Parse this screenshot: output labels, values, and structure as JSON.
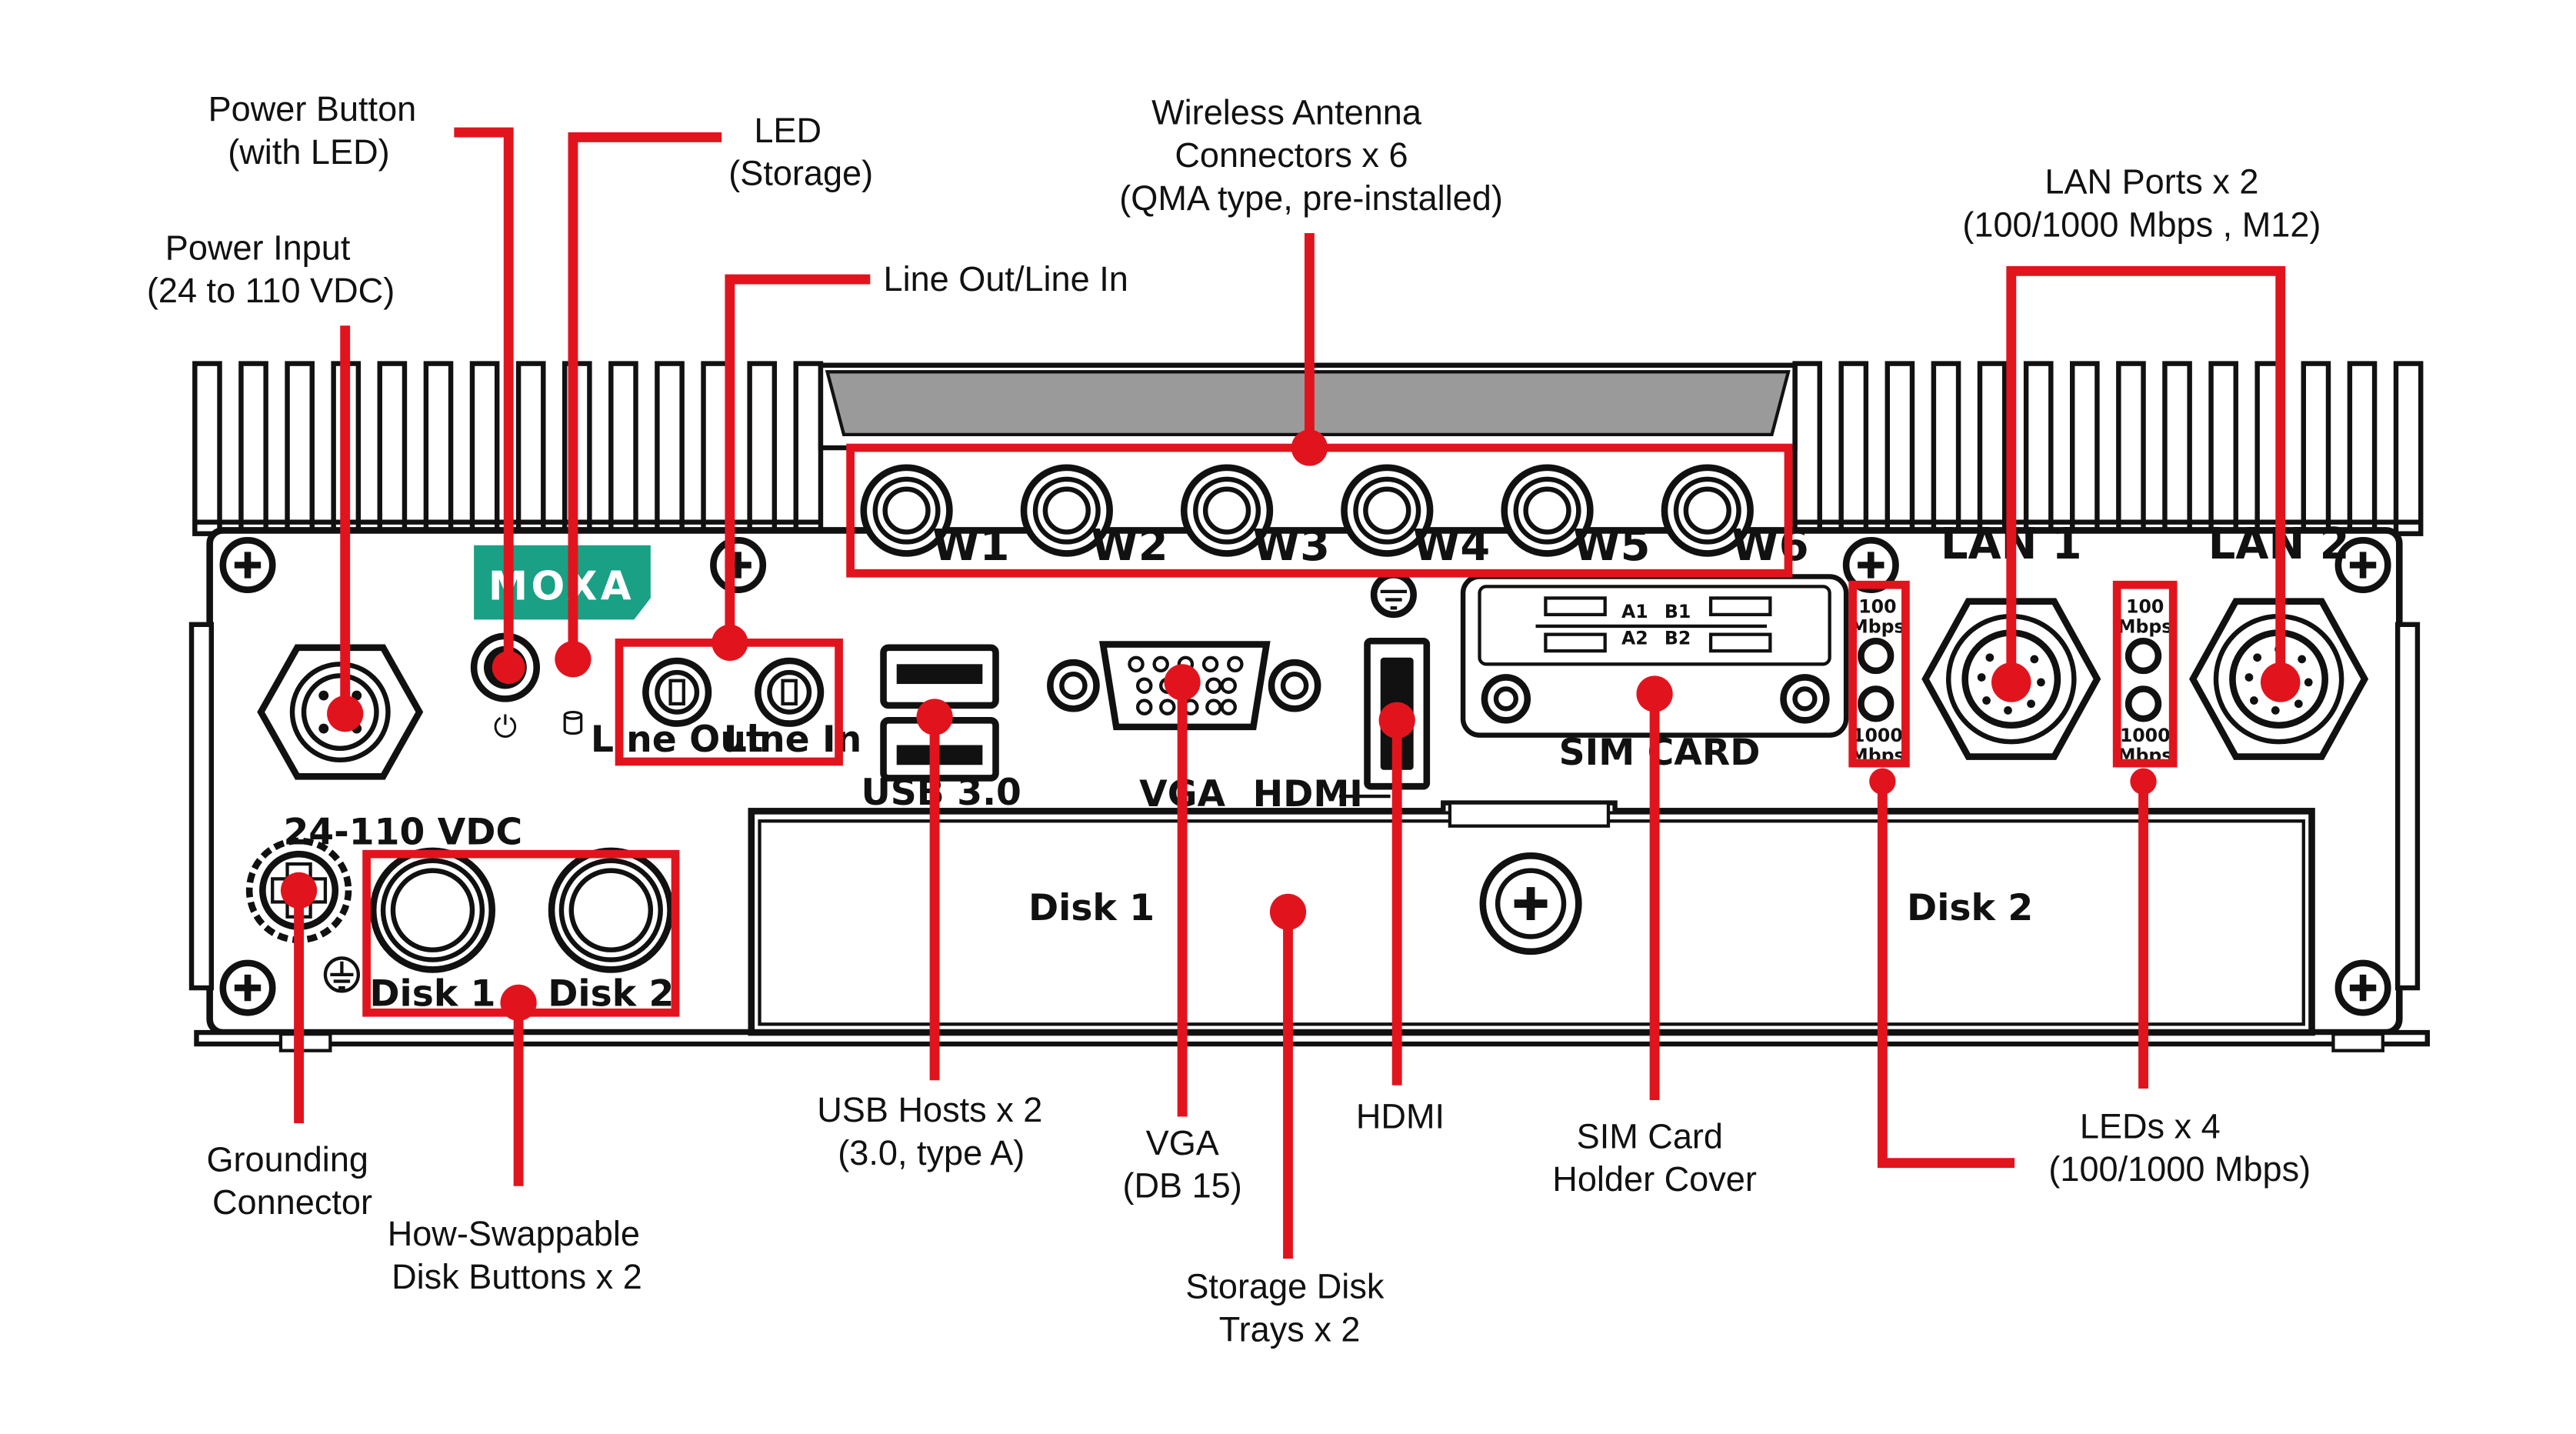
{
  "brand": {
    "logo_text": "MOXA",
    "logo_color": "#1aa084"
  },
  "accent_color": "#e1141e",
  "callouts": {
    "power_button": [
      "Power Button",
      "(with LED)"
    ],
    "led_storage": [
      "LED",
      "(Storage)"
    ],
    "wireless": [
      "Wireless Antenna",
      "Connectors x 6",
      "(QMA type, pre-installed)"
    ],
    "lan_ports": [
      "LAN Ports x 2",
      "(100/1000 Mbps , M12)"
    ],
    "power_input": [
      "Power Input",
      "(24 to 110 VDC)"
    ],
    "line_out_in": [
      "Line Out/Line In"
    ],
    "grounding": [
      "Grounding",
      "Connector"
    ],
    "disk_buttons": [
      "How-Swappable",
      "Disk Buttons x 2"
    ],
    "usb_hosts": [
      "USB Hosts x 2",
      "(3.0, type A)"
    ],
    "vga": [
      "VGA",
      "(DB 15)"
    ],
    "hdmi": [
      "HDMI"
    ],
    "storage_trays": [
      "Storage Disk",
      "Trays x 2"
    ],
    "sim_cover": [
      "SIM Card",
      "Holder Cover"
    ],
    "leds": [
      "LEDs x 4",
      "(100/1000 Mbps)"
    ]
  },
  "panel_labels": {
    "antennas": [
      "W1",
      "W2",
      "W3",
      "W4",
      "W5",
      "W6"
    ],
    "lan1": "LAN 1",
    "lan2": "LAN 2",
    "line_out": "Line Out",
    "line_in": "Line In",
    "usb": "USB 3.0",
    "vga": "VGA",
    "hdmi": "HDMI",
    "sim_card": "SIM CARD",
    "sim_slots": [
      "A1",
      "B1",
      "A2",
      "B2"
    ],
    "voltage": "24-110 VDC",
    "disk_button_1": "Disk 1",
    "disk_button_2": "Disk 2",
    "tray_1": "Disk 1",
    "tray_2": "Disk 2",
    "led_100": [
      "100",
      "Mbps"
    ],
    "led_1000": [
      "1000",
      "Mbps"
    ],
    "power_symbol": "⏻"
  }
}
